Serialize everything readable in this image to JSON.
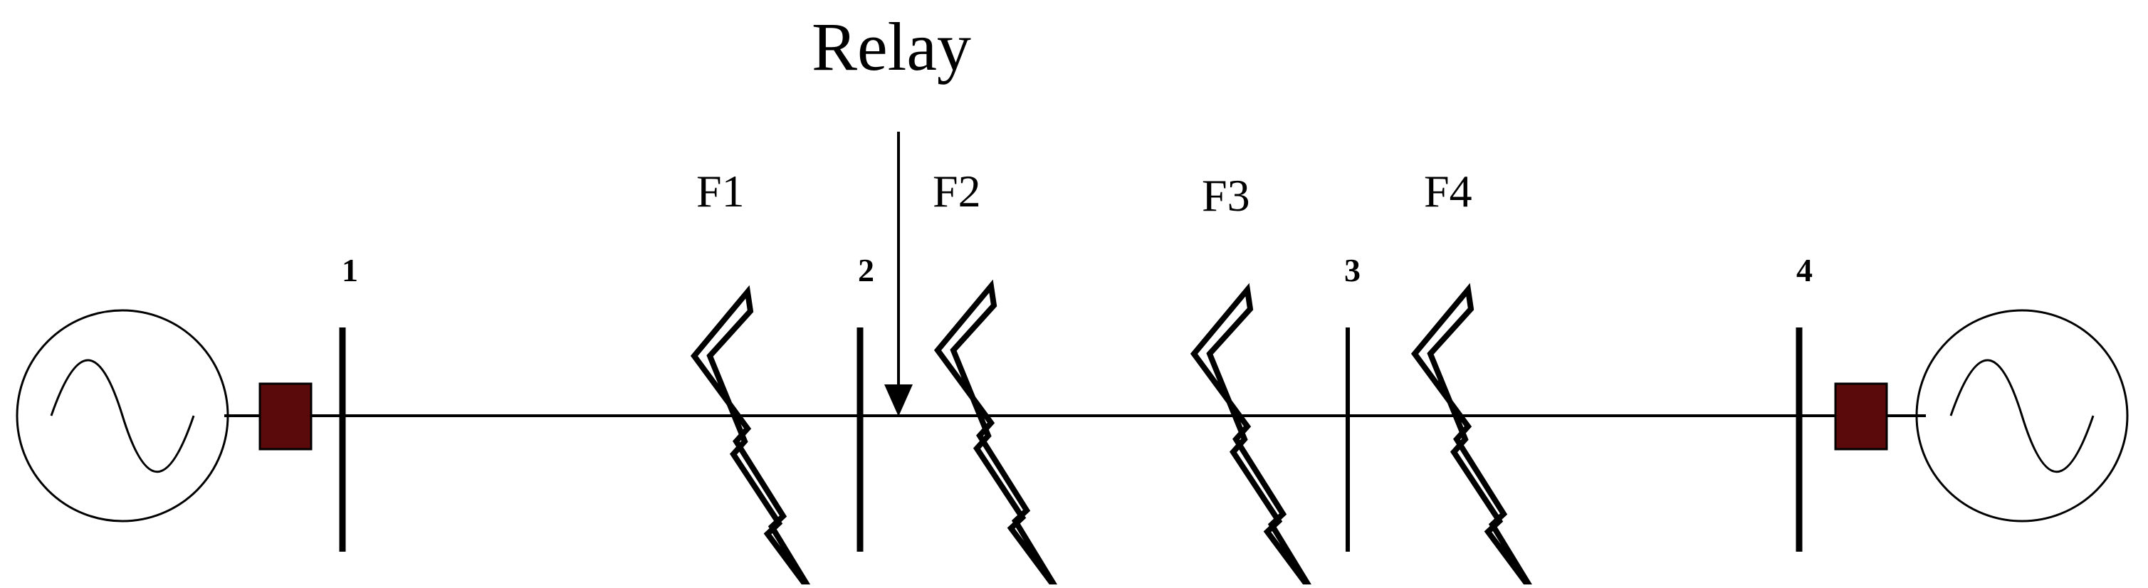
{
  "relay": {
    "label": "Relay"
  },
  "buses": [
    {
      "label": "1"
    },
    {
      "label": "2"
    },
    {
      "label": "3"
    },
    {
      "label": "4"
    }
  ],
  "faults": [
    {
      "label": "F1"
    },
    {
      "label": "F2"
    },
    {
      "label": "F3"
    },
    {
      "label": "F4"
    }
  ],
  "colors": {
    "line": "#000000",
    "breaker": "#5a0a0a"
  }
}
